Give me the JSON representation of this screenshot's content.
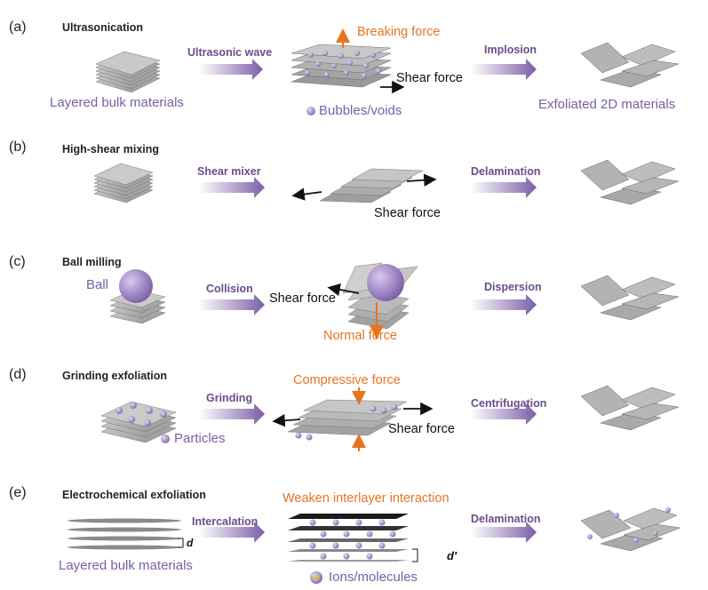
{
  "panels": [
    {
      "letter": "(a)",
      "title": "Ultrasonication",
      "step1": "Ultrasonic wave",
      "step2": "Implosion",
      "labels": {
        "bulk": "Layered bulk materials",
        "breaking": "Breaking force",
        "shear": "Shear force",
        "bubbles": "Bubbles/voids",
        "result": "Exfoliated 2D materials"
      }
    },
    {
      "letter": "(b)",
      "title": "High-shear mixing",
      "step1": "Shear mixer",
      "step2": "Delamination",
      "labels": {
        "shear": "Shear force"
      }
    },
    {
      "letter": "(c)",
      "title": "Ball milling",
      "step1": "Collision",
      "step2": "Dispersion",
      "labels": {
        "ball": "Ball",
        "shear": "Shear force",
        "normal": "Normal force"
      }
    },
    {
      "letter": "(d)",
      "title": "Grinding exfoliation",
      "step1": "Grinding",
      "step2": "Centrifugation",
      "labels": {
        "compressive": "Compressive force",
        "particles": "Particles",
        "shear": "Shear force"
      }
    },
    {
      "letter": "(e)",
      "title": "Electrochemical exfoliation",
      "step1": "Intercalation",
      "step2": "Delamination",
      "labels": {
        "weaken": "Weaken interlayer interaction",
        "d": "d",
        "dprime": "d′",
        "bulk": "Layered bulk materials",
        "ions": "Ions/molecules"
      }
    }
  ],
  "colors": {
    "purple": "#7a5ea6",
    "orange": "#e8741f",
    "sheet": "#a8a8a8"
  }
}
